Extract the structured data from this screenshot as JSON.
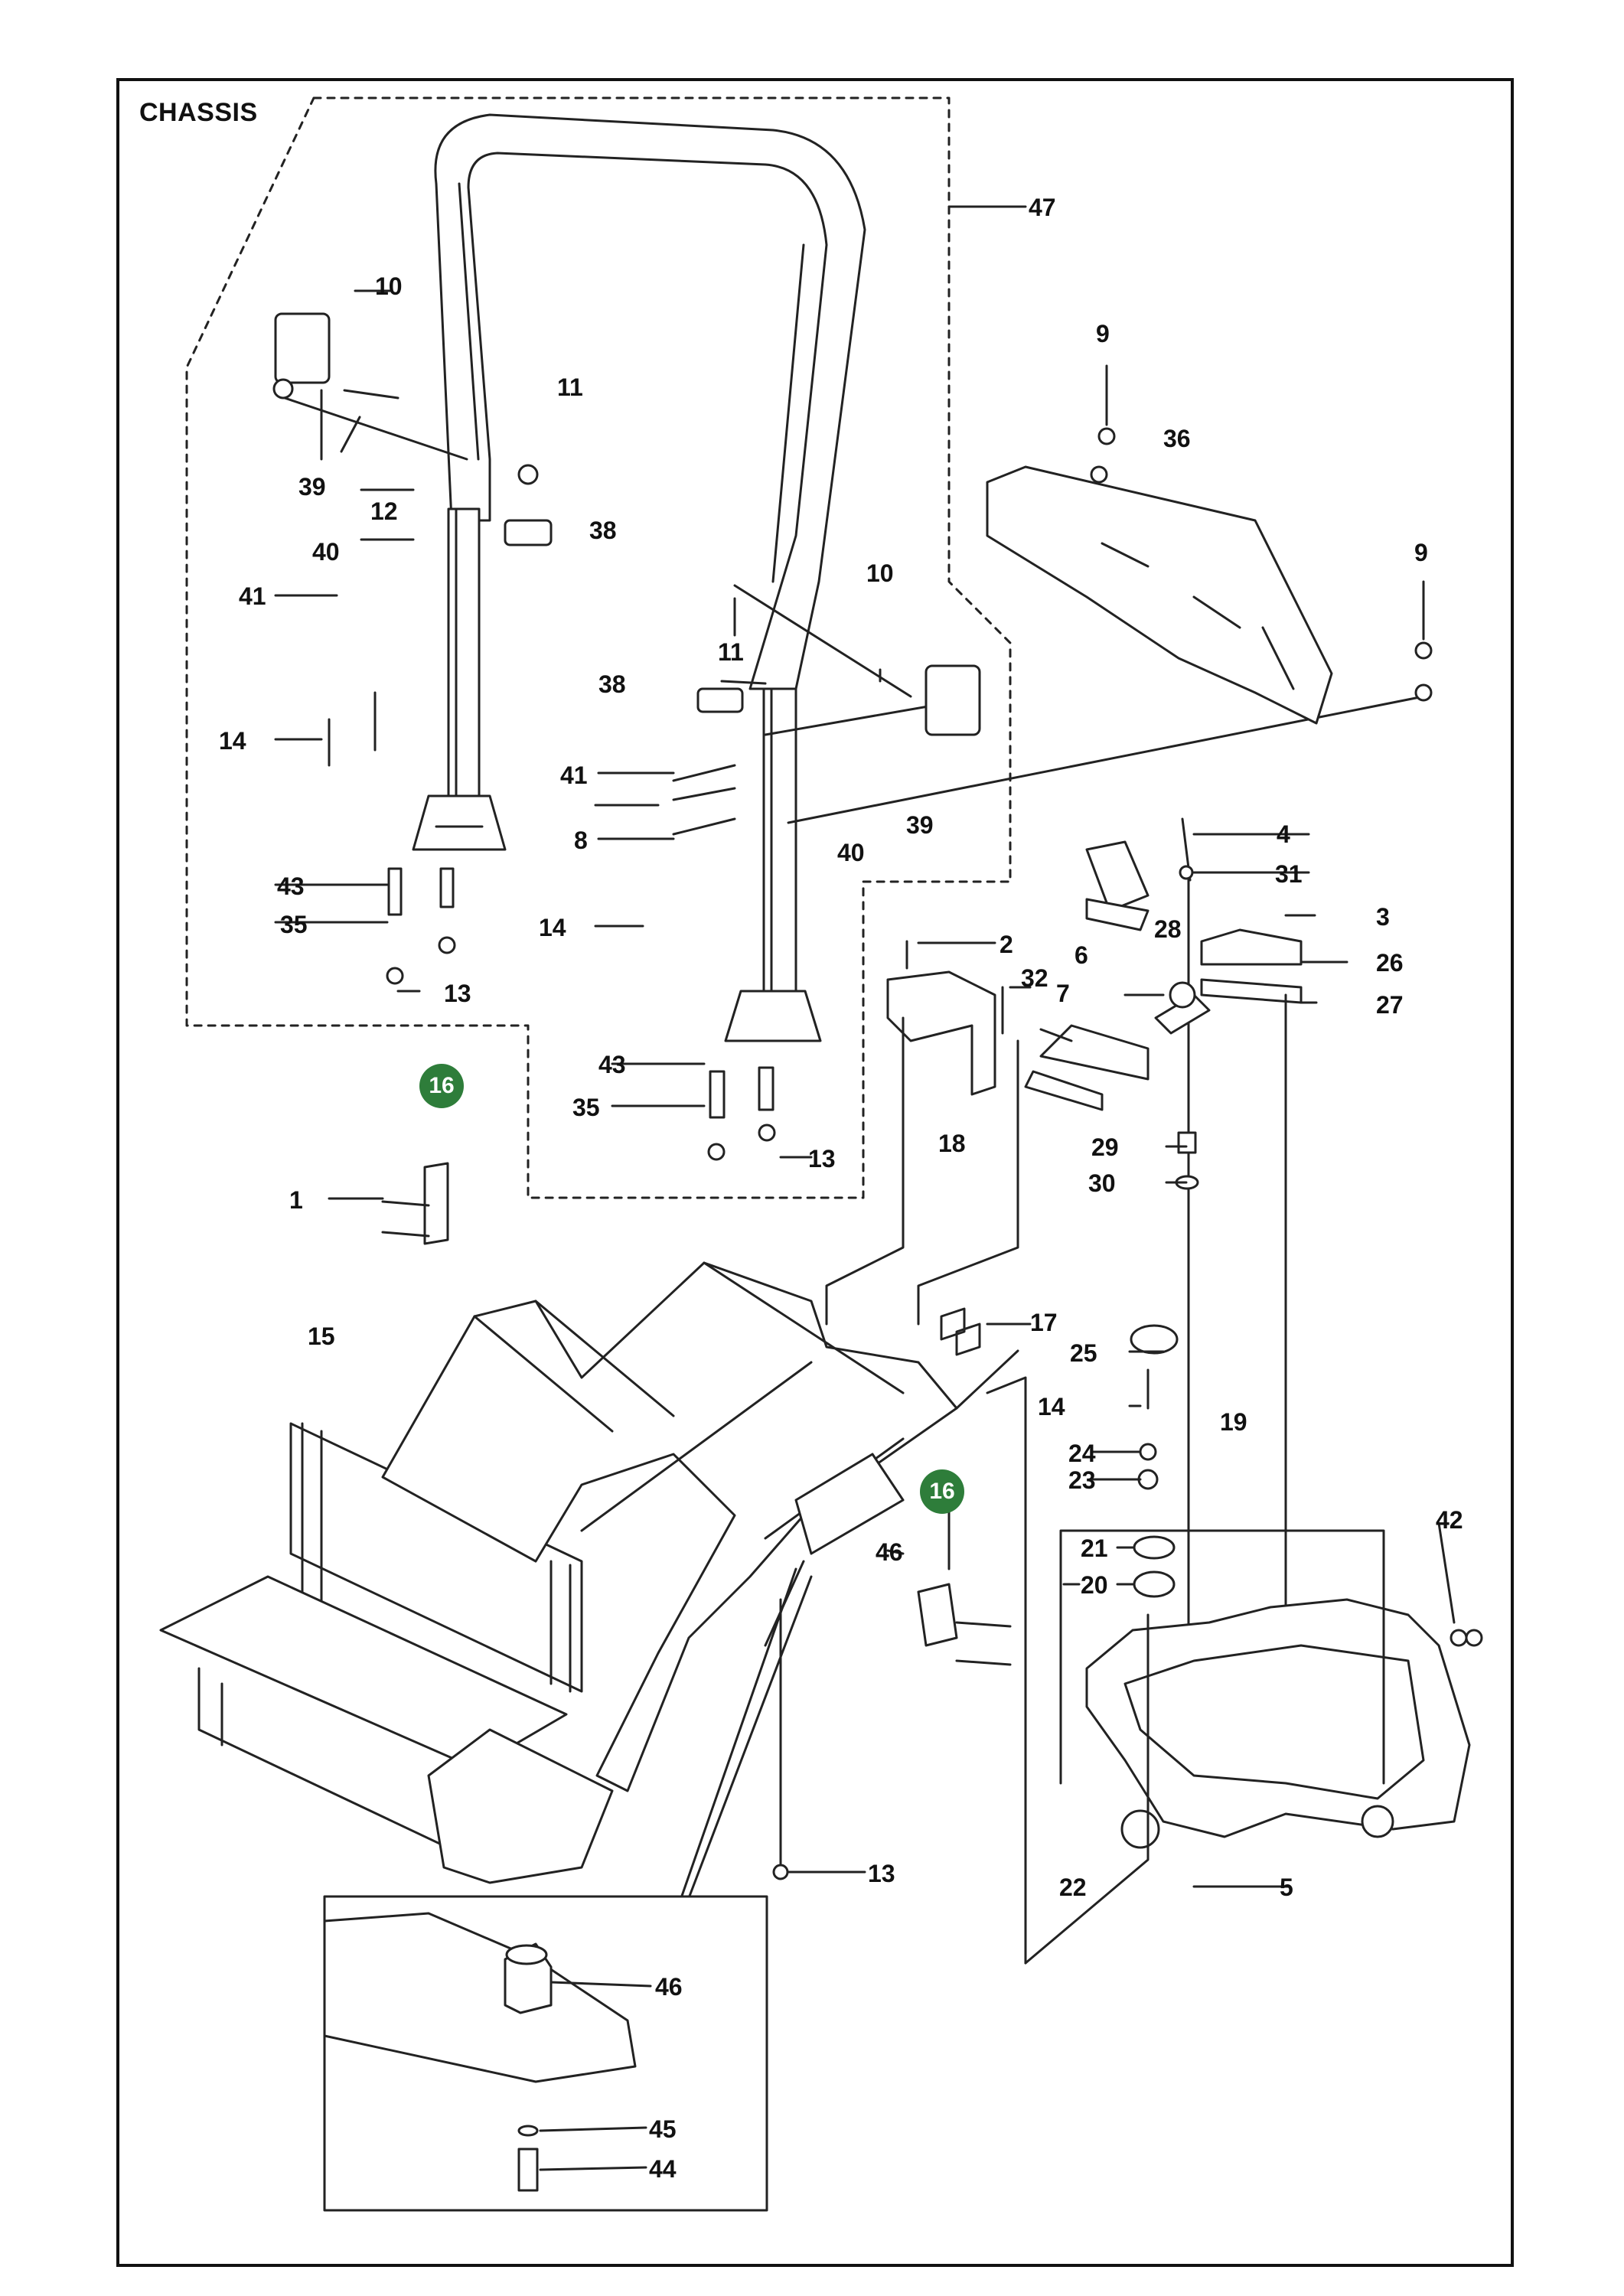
{
  "title": "CHASSIS",
  "badge_color": "#2e7d3a",
  "labels": {
    "l47": "47",
    "l10a": "10",
    "l11a": "11",
    "l38a": "38",
    "l39a": "39",
    "l40a": "40",
    "l12": "12",
    "l41a": "41",
    "l14a": "14",
    "l43a": "43",
    "l35a": "35",
    "l13a": "13",
    "l10b": "10",
    "l11b": "11",
    "l38b": "38",
    "l41b": "41",
    "l8": "8",
    "l40b": "40",
    "l39b": "39",
    "l14b": "14",
    "l43b": "43",
    "l35b": "35",
    "l13b": "13",
    "l9a": "9",
    "l36": "36",
    "l9b": "9",
    "l4": "4",
    "l31": "31",
    "l3": "3",
    "l2": "2",
    "l6": "6",
    "l28": "28",
    "l26": "26",
    "l27": "27",
    "l32": "32",
    "l7": "7",
    "l18": "18",
    "l29": "29",
    "l30": "30",
    "l1": "1",
    "l15": "15",
    "l17": "17",
    "l25": "25",
    "l14c": "14",
    "l19": "19",
    "l24": "24",
    "l23": "23",
    "l42": "42",
    "l21": "21",
    "l20": "20",
    "l46a": "46",
    "l13c": "13",
    "l22": "22",
    "l5": "5",
    "l46b": "46",
    "l45": "45",
    "l44": "44"
  },
  "badges": {
    "b16a": "16",
    "b16b": "16"
  }
}
